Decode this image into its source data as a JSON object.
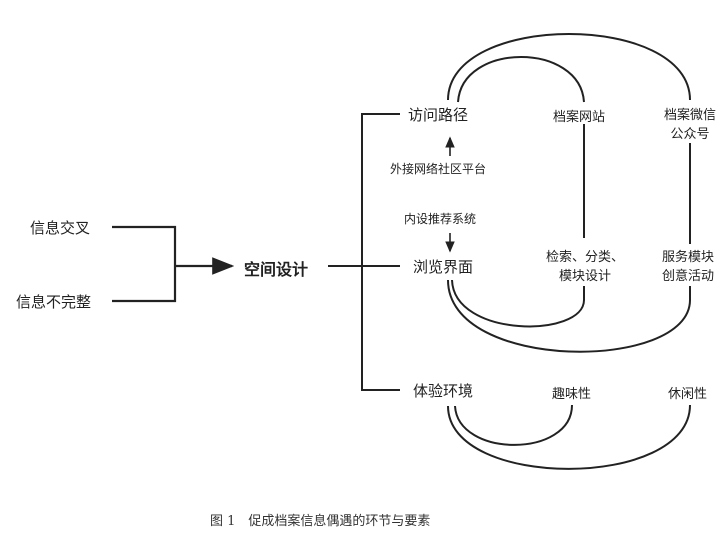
{
  "left_factors": [
    "信息交叉",
    "信息不完整"
  ],
  "center": "空间设计",
  "components": {
    "access_path": "访问路径",
    "browse_interface": "浏览界面",
    "experience_env": "体验环境"
  },
  "middle_labels": {
    "external": "外接网络社区平台",
    "internal": "内设推荐系统"
  },
  "right": {
    "archive_site": "档案网站",
    "wechat_line1": "档案微信",
    "wechat_line2": "公众号",
    "search_line1": "检索、分类、",
    "search_line2": "模块设计",
    "service_line1": "服务模块",
    "service_line2": "创意活动",
    "fun": "趣味性",
    "leisure": "休闲性"
  },
  "caption": "图 1　促成档案信息偶遇的环节与要素",
  "colors": {
    "line": "#222222",
    "text": "#222222"
  }
}
